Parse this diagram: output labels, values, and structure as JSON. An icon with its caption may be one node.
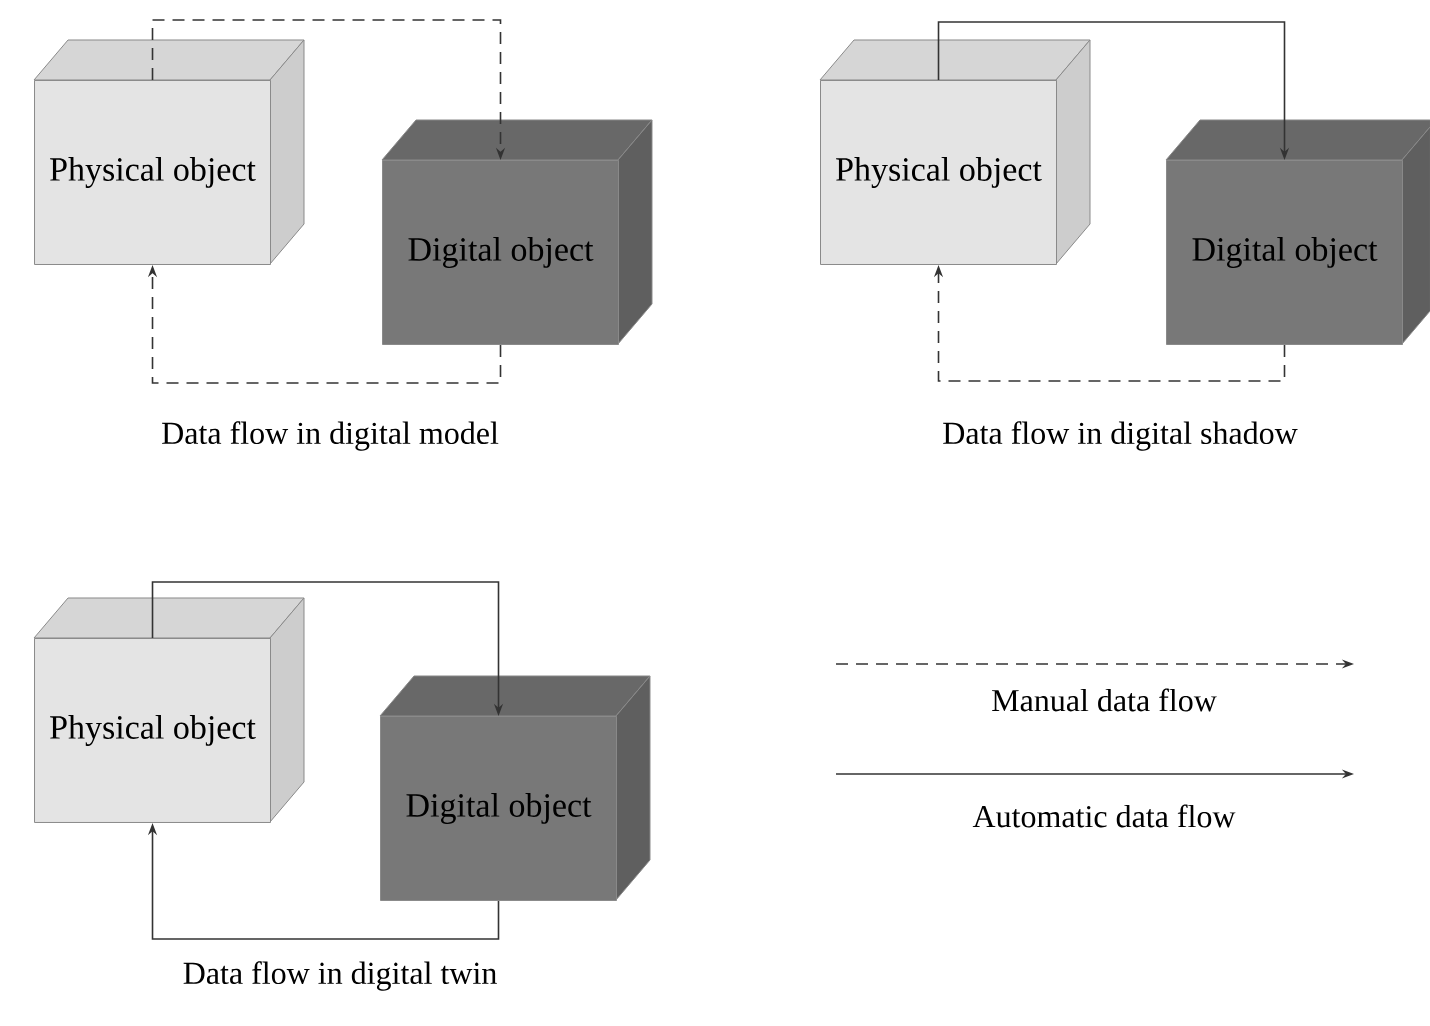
{
  "diagram": {
    "nodes": [
      {
        "text": [
          "Physical object"
        ]
      },
      {
        "text": [
          "Digital object"
        ]
      },
      {
        "text": [
          "Physical object"
        ]
      },
      {
        "text": [
          "Digital object"
        ]
      },
      {
        "text": [
          "Physical object"
        ]
      },
      {
        "text": [
          "Digital object"
        ]
      }
    ],
    "edges": [
      {
        "from": 0,
        "to": 1,
        "arrow": "to",
        "style": "dashed"
      },
      {
        "from": 1,
        "to": 0,
        "arrow": "to",
        "style": "dashed"
      },
      {
        "from": 2,
        "to": 3,
        "arrow": "to"
      },
      {
        "from": 3,
        "to": 2,
        "arrow": "to",
        "style": "dashed"
      },
      {
        "from": 4,
        "to": 5,
        "arrow": "to"
      },
      {
        "from": 5,
        "to": 4,
        "arrow": "to"
      }
    ],
    "labels": [
      "Data flow in digital model",
      "Data flow in digital shadow",
      "Data flow in digital twin"
    ],
    "legend": [
      {
        "text": "Manual data flow"
      },
      {
        "text": "Automatic data flow"
      }
    ]
  }
}
